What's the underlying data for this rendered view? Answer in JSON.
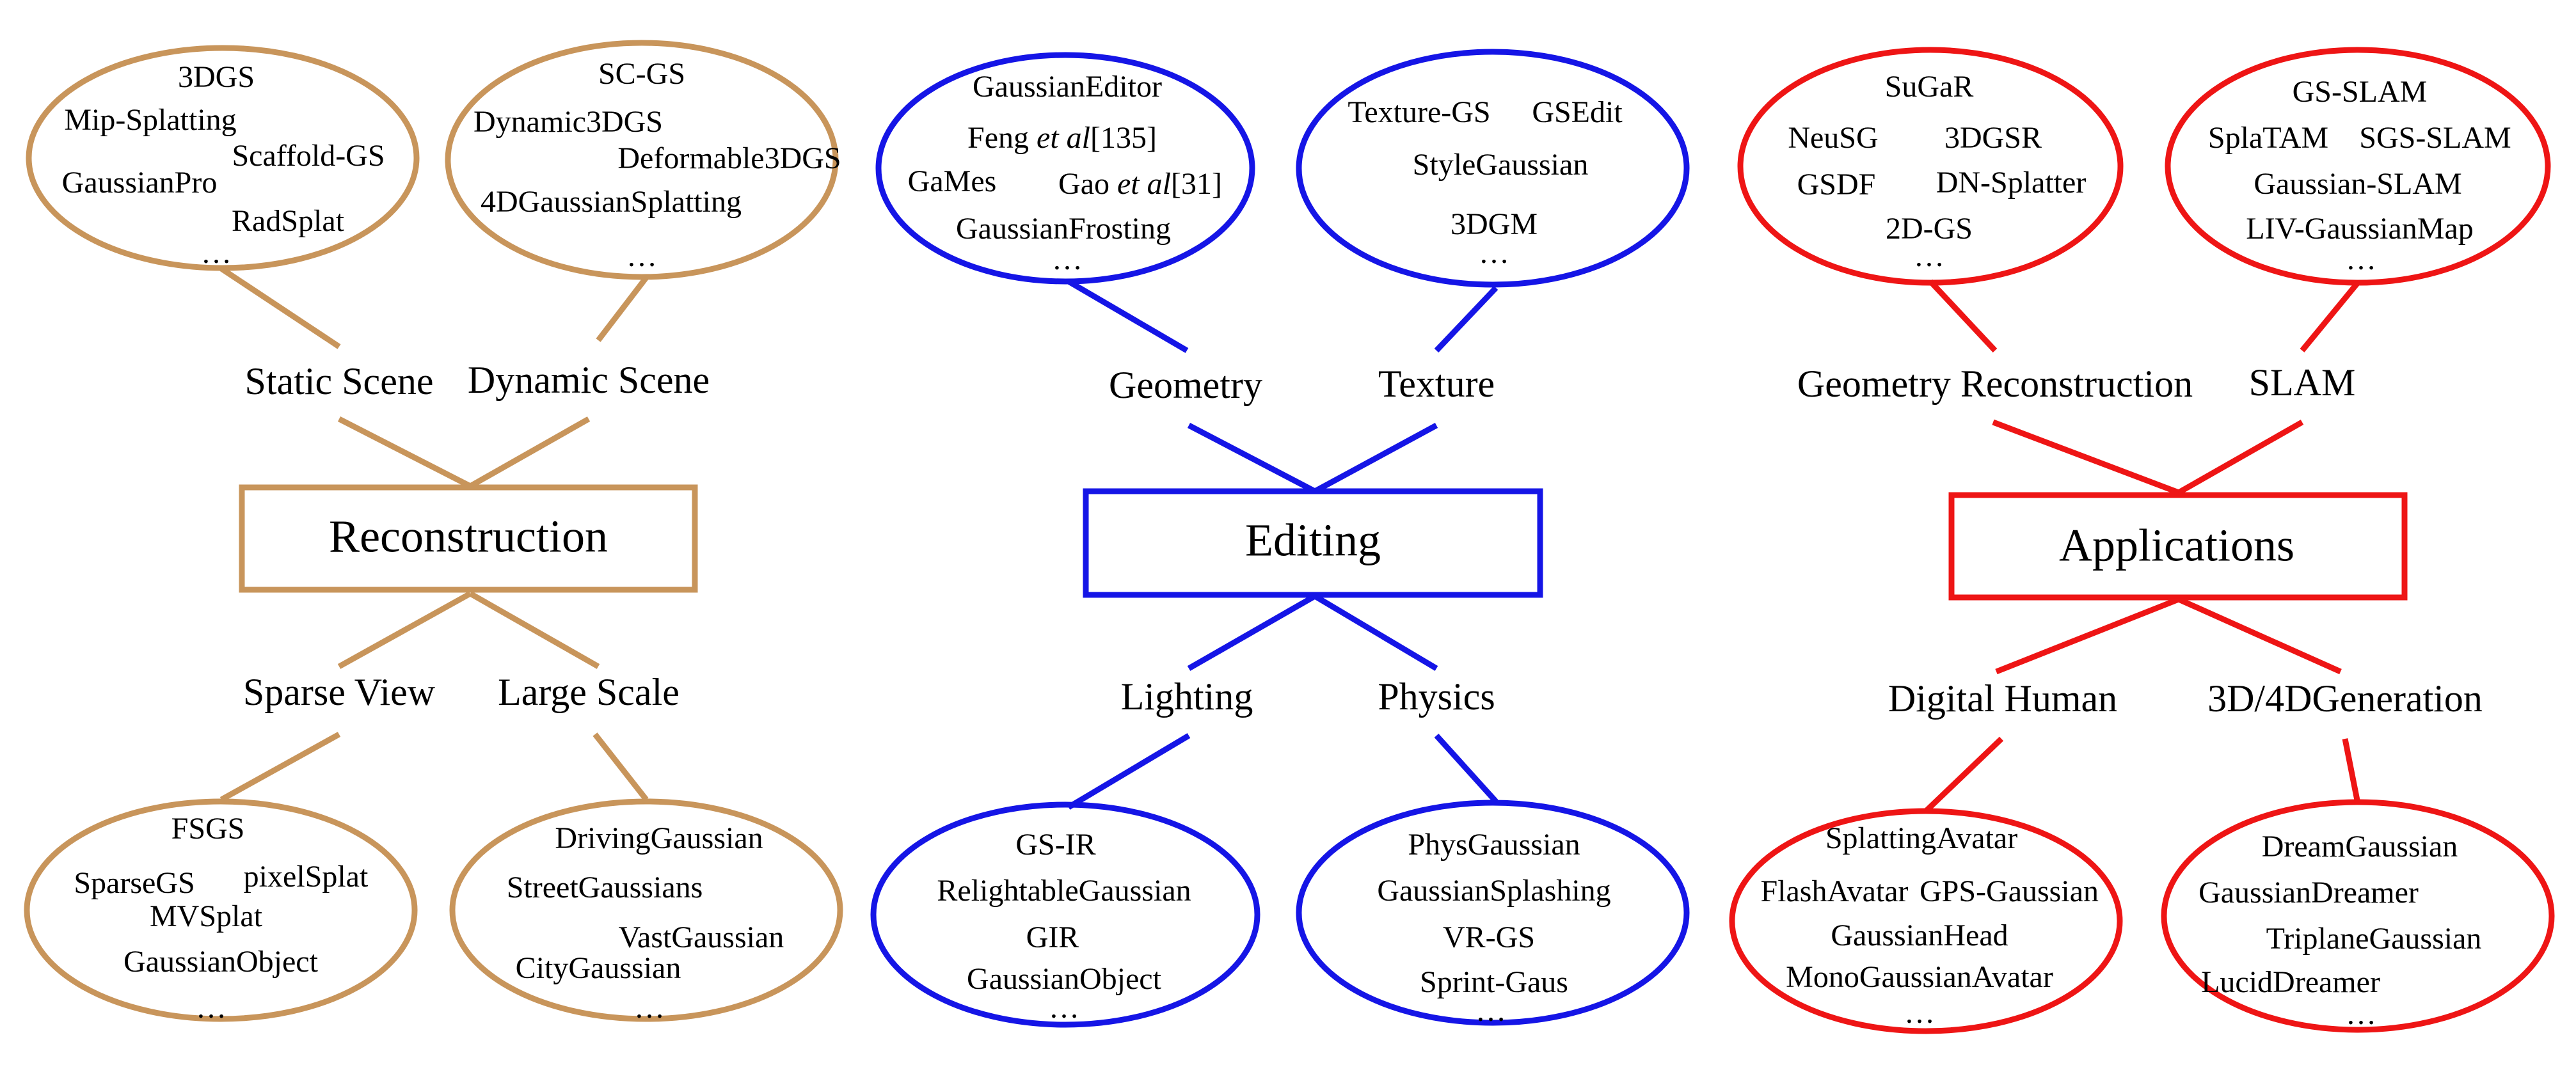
{
  "colors": {
    "reconstruction": "#C8955B",
    "editing": "#1515E6",
    "applications": "#EE1515"
  },
  "reconstruction": {
    "label": "Reconstruction",
    "static_scene": {
      "label": "Static Scene",
      "items": [
        "3DGS",
        "Mip-Splatting",
        "Scaffold-GS",
        "GaussianPro",
        "RadSplat",
        "…"
      ]
    },
    "dynamic_scene": {
      "label": "Dynamic Scene",
      "items": [
        "SC-GS",
        "Dynamic3DGS",
        "Deformable3DGS",
        "4DGaussianSplatting",
        "…"
      ]
    },
    "sparse_view": {
      "label": "Sparse View",
      "items": [
        "FSGS",
        "SparseGS",
        "pixelSplat",
        "MVSplat",
        "GaussianObject",
        "…"
      ]
    },
    "large_scale": {
      "label": "Large Scale",
      "items": [
        "DrivingGaussian",
        "StreetGaussians",
        "VastGaussian",
        "CityGaussian",
        "…"
      ]
    }
  },
  "editing": {
    "label": "Editing",
    "geometry": {
      "label": "Geometry",
      "items": {
        "gaussian_editor": "GaussianEditor",
        "feng_name": "Feng ",
        "feng_etal": "et al",
        "feng_ref": "[135]",
        "games": "GaMes",
        "gao_name": "Gao ",
        "gao_etal": "et al",
        "gao_ref": "[31]",
        "gaussian_frosting": "GaussianFrosting",
        "more": "…"
      }
    },
    "texture": {
      "label": "Texture",
      "items": [
        "Texture-GS",
        "GSEdit",
        "StyleGaussian",
        "3DGM",
        "…"
      ]
    },
    "lighting": {
      "label": "Lighting",
      "items": [
        "GS-IR",
        "RelightableGaussian",
        "GIR",
        "GaussianObject",
        "…"
      ]
    },
    "physics": {
      "label": "Physics",
      "items": [
        "PhysGaussian",
        "GaussianSplashing",
        "VR-GS",
        "Sprint-Gaus",
        "…"
      ]
    }
  },
  "applications": {
    "label": "Applications",
    "geometry_reconstruction": {
      "label": "Geometry Reconstruction",
      "items": [
        "SuGaR",
        "NeuSG",
        "3DGSR",
        "GSDF",
        "DN-Splatter",
        "2D-GS",
        "…"
      ]
    },
    "slam": {
      "label": "SLAM",
      "items": [
        "GS-SLAM",
        "SplaTAM",
        "SGS-SLAM",
        "Gaussian-SLAM",
        "LIV-GaussianMap",
        "…"
      ]
    },
    "digital_human": {
      "label": "Digital Human",
      "items": [
        "SplattingAvatar",
        "FlashAvatar",
        "GPS-Gaussian",
        "GaussianHead",
        "MonoGaussianAvatar",
        "…"
      ]
    },
    "generation": {
      "label": "3D/4DGeneration",
      "items": [
        "DreamGaussian",
        "GaussianDreamer",
        "TriplaneGaussian",
        "LucidDreamer",
        "…"
      ]
    }
  }
}
